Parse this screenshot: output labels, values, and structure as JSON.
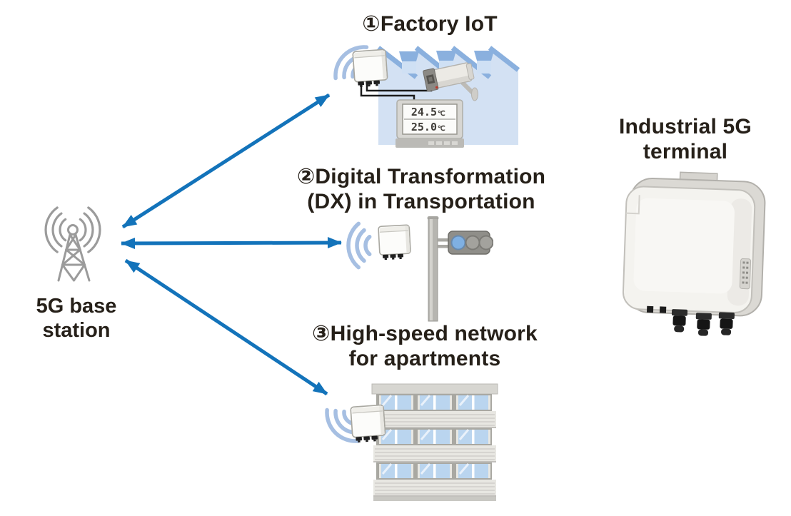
{
  "colors": {
    "arrow": "#1373ba",
    "text": "#262019",
    "wave": "#a6bfe2",
    "factory_light": "#d3e1f3",
    "factory_mid": "#8ab0de",
    "tower_gray": "#9b9b9b",
    "background": "#ffffff"
  },
  "base_station": {
    "label_line1": "5G base",
    "label_line2": "station"
  },
  "industrial_terminal": {
    "label_line1": "Industrial 5G",
    "label_line2": "terminal"
  },
  "use_cases": [
    {
      "title_line1": "①Factory IoT",
      "title_line2": "",
      "thermometer": {
        "reading_top": "24.5",
        "unit_top": "℃",
        "reading_bottom": "25.0",
        "unit_bottom": "℃"
      }
    },
    {
      "title_line1": "②Digital Transformation",
      "title_line2": "(DX) in Transportation"
    },
    {
      "title_line1": "③High-speed network",
      "title_line2": "for apartments"
    }
  ]
}
